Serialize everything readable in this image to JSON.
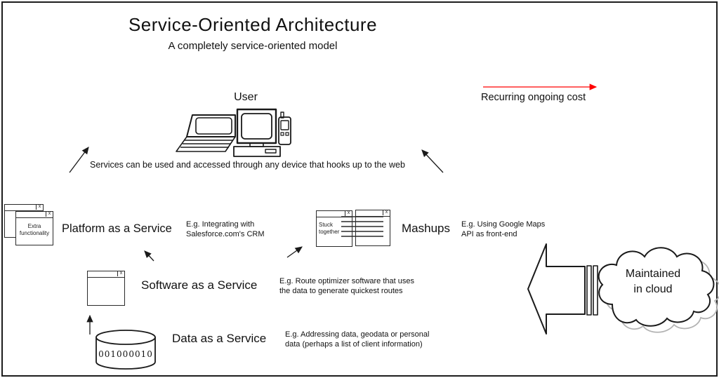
{
  "header": {
    "title": "Service-Oriented Architecture",
    "subtitle": "A completely service-oriented model"
  },
  "user_section": {
    "label": "User",
    "caption": "Services can be used and accessed through any device that hooks up to the web"
  },
  "cost": {
    "label": "Recurring ongoing cost"
  },
  "paas": {
    "label": "Platform as a Service",
    "example": "E.g. Integrating with\nSalesforce.com's CRM",
    "window_text": "Extra\nfunctionality"
  },
  "mashups": {
    "label": "Mashups",
    "example": "E.g. Using Google Maps\nAPI as front-end",
    "window_text": "Stuck\ntogether"
  },
  "saas": {
    "label": "Software as a Service",
    "example": "E.g. Route optimizer software that uses\nthe data to generate quickest routes"
  },
  "daas": {
    "label": "Data as a Service",
    "example": "E.g. Addressing data, geodata or personal\ndata (perhaps a list of client information)",
    "database_text": "001000010"
  },
  "cloud": {
    "label": "Maintained\nin cloud"
  },
  "icons": {
    "window_close_glyph": "x"
  },
  "colors": {
    "line": "#1a1a1a",
    "cost_arrow": "#ff0000",
    "cloud_shadow": "#b3b3b3"
  }
}
